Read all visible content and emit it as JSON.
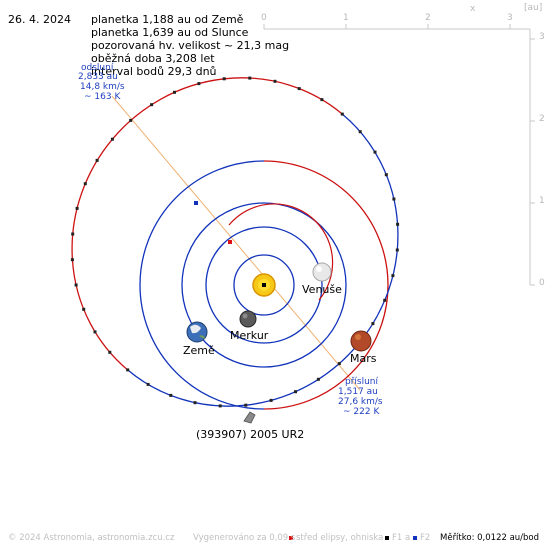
{
  "header": {
    "date": "26. 4. 2024",
    "info_lines": [
      "planetka 1,188 au od Země",
      "planetka 1,639 au od Slunce",
      "pozorovaná hv. velikost ~ 21,3 mag",
      "oběžná doba 3,208 let",
      "interval bodů 29,3 dnů"
    ]
  },
  "aphelion": {
    "lines": [
      "odsluní",
      "2,833 au",
      "14,8 km/s",
      "~ 163 K"
    ]
  },
  "perihelion": {
    "lines": [
      "přísluní",
      "1,517 au",
      "27,6 km/s",
      "~ 222 K"
    ]
  },
  "bodies": {
    "venus": "Venuše",
    "mercury": "Merkur",
    "earth": "Země",
    "mars": "Mars",
    "asteroid": "(393907) 2005 UR2"
  },
  "axes": {
    "x_label": "x",
    "x_ticks": [
      "0",
      "1",
      "2",
      "3"
    ],
    "y_ticks": [
      "3",
      "2",
      "1",
      "0"
    ],
    "unit": "[au]"
  },
  "footer": {
    "copyright": "© 2024 Astronomia, astronomia.zcu.cz",
    "generated": "Vygenerováno za 0,09 s",
    "legend_center": "střed elipsy, ohniska",
    "f1": "F1 a",
    "f2": "F2",
    "scale": "Měřítko: 0,0122 au/bod"
  },
  "colors": {
    "orbit_red": "#cc1111",
    "orbit_blue": "#1133bb",
    "axis": "#c8c8c8",
    "text_blue": "#1f3fbf"
  }
}
